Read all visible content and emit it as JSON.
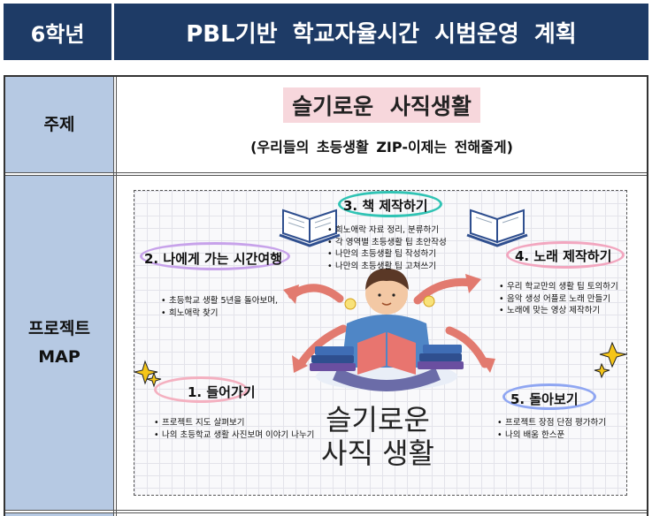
{
  "header": {
    "grade": "6학년",
    "title": "PBL기반 학교자율시간 시범운영 계획"
  },
  "rows": {
    "topic": {
      "label": "주제",
      "title": "슬기로운 사직생활",
      "subtitle": "(우리들의 초등생활 ZIP-이제는 전해줄게)"
    },
    "project": {
      "label_line1": "프로젝트",
      "label_line2": "MAP"
    }
  },
  "map": {
    "center_line1": "슬기로운",
    "center_line2": "사직 생활",
    "steps": [
      {
        "title": "1. 들어가기",
        "ring_color": "#f4b0c0",
        "items": [
          "프로젝트 지도 살펴보기",
          "나의 초등학교 생활 사진보며 이야기 나누기"
        ]
      },
      {
        "title": "2. 나에게 가는 시간여행",
        "ring_color": "#c7a2ea",
        "items": [
          "초등학교 생활 5년을 돌아보며,",
          "희노애락 찾기"
        ]
      },
      {
        "title": "3. 책 제작하기",
        "ring_color": "#30c3b4",
        "items": [
          "희노애락 자료 정리, 분류하기",
          "각 영역별 초등생활 팁 초안작성",
          "나만의 초등생활 팁 작성하기",
          "나만의 초등생활 팁 고쳐쓰기"
        ]
      },
      {
        "title": "4. 노래 제작하기",
        "ring_color": "#f2a6bf",
        "items": [
          "우리 학교만의 생활 팁 토의하기",
          "음악 생성 어플로 노래 만들기",
          "노래에 맞는 영상 제작하기"
        ]
      },
      {
        "title": "5. 돌아보기",
        "ring_color": "#8fa6f2",
        "items": [
          "프로젝트 장점 단점 평가하기",
          "나의 배움 한스푼"
        ]
      }
    ],
    "colors": {
      "arrow": "#e27a6f",
      "book_blue": "#2f4f8f",
      "shirt": "#4f86c6"
    }
  }
}
